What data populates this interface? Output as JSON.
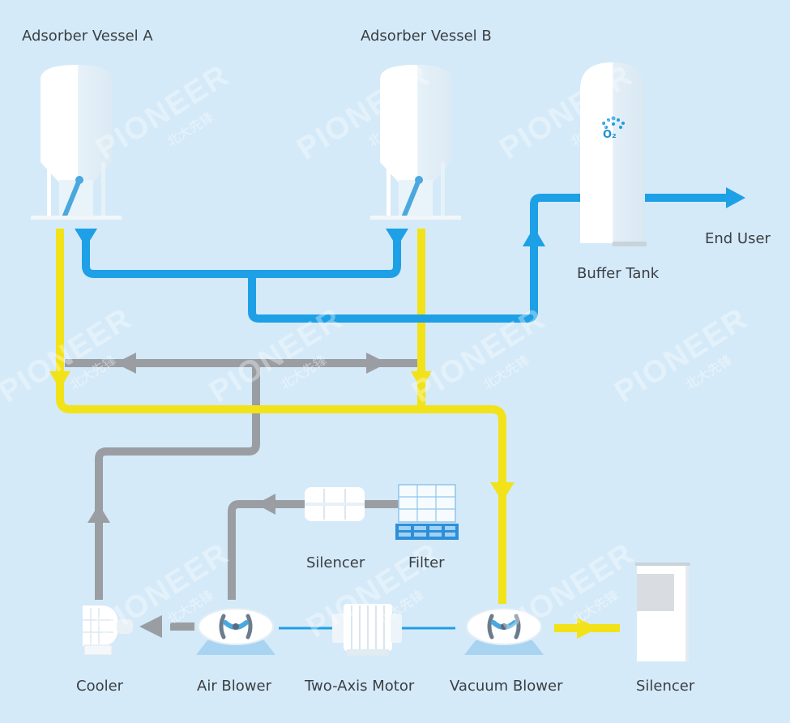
{
  "labels": {
    "adsorber_a": "Adsorber Vessel A",
    "adsorber_b": "Adsorber Vessel B",
    "buffer_tank": "Buffer Tank",
    "end_user": "End User",
    "silencer_top": "Silencer",
    "filter": "Filter",
    "cooler": "Cooler",
    "air_blower": "Air Blower",
    "two_axis_motor": "Two-Axis Motor",
    "vacuum_blower": "Vacuum Blower",
    "silencer_right": "Silencer"
  },
  "buffer_tank_badge": "O₂",
  "watermark": {
    "brand": "PIONEER",
    "chinese": "北大先锋"
  },
  "colors": {
    "background": "#d5eaf8",
    "oxygen_line": "#1ea0e6",
    "vacuum_line": "#f2e21a",
    "air_line": "#9a9ea3",
    "equipment": "#ffffff"
  },
  "icons": {
    "adsorber": "adsorber-vessel-icon",
    "buffer": "buffer-tank-icon",
    "blower": "blower-icon",
    "motor": "motor-icon",
    "filter": "filter-icon",
    "silencer": "silencer-icon",
    "cooler": "cooler-icon"
  }
}
